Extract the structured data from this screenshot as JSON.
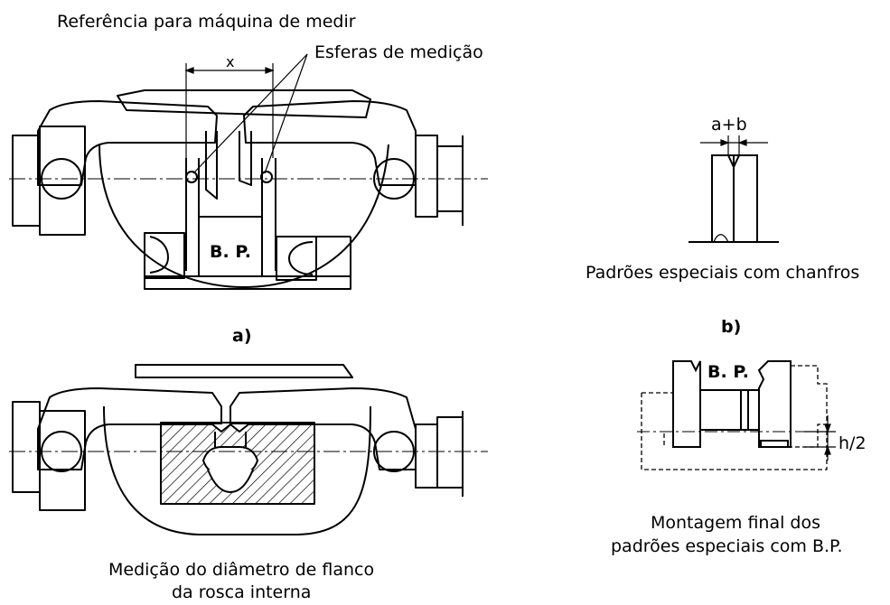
{
  "figure_a": {
    "label": "a)",
    "reference_label": "Referência para máquina de medir",
    "spheres_label": "Esferas de medição",
    "dimension_label": "x",
    "block_label": "B. P."
  },
  "figure_internal": {
    "caption_line1": "Medição do diâmetro de flanco",
    "caption_line2": "da rosca interna"
  },
  "figure_b": {
    "label": "b)",
    "dimension_label": "a+b",
    "caption_top": "Padrões especiais com chanfros",
    "block_label": "B. P.",
    "height_label": "h/2",
    "caption_line1": "Montagem final dos",
    "caption_line2": "padrões especiais com B.P."
  }
}
